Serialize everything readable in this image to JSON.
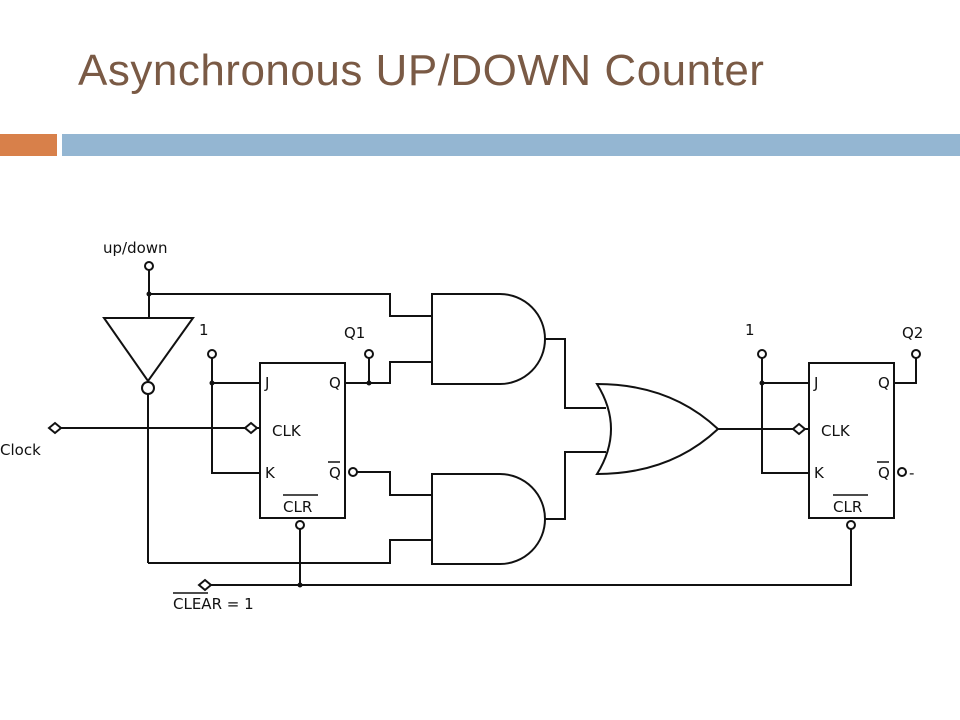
{
  "slide": {
    "title": "Asynchronous UP/DOWN Counter",
    "accent_color": "#d8804a",
    "bar_color": "#94b6d2",
    "title_color": "#7a5a45"
  },
  "diagram": {
    "labels": {
      "up_down": "up/down",
      "clock": "Clock",
      "clear": "CLEAR = 1",
      "one_ff1": "1",
      "one_ff2": "1",
      "q1": "Q1",
      "q2": "Q2"
    },
    "ff1": {
      "j": "J",
      "clk": "CLK",
      "k": "K",
      "q": "Q",
      "qbar": "Q",
      "clr": "CLR"
    },
    "ff2": {
      "j": "J",
      "clk": "CLK",
      "k": "K",
      "q": "Q",
      "qbar": "Q",
      "clr": "CLR"
    },
    "ff2_qbar_out": "-"
  }
}
